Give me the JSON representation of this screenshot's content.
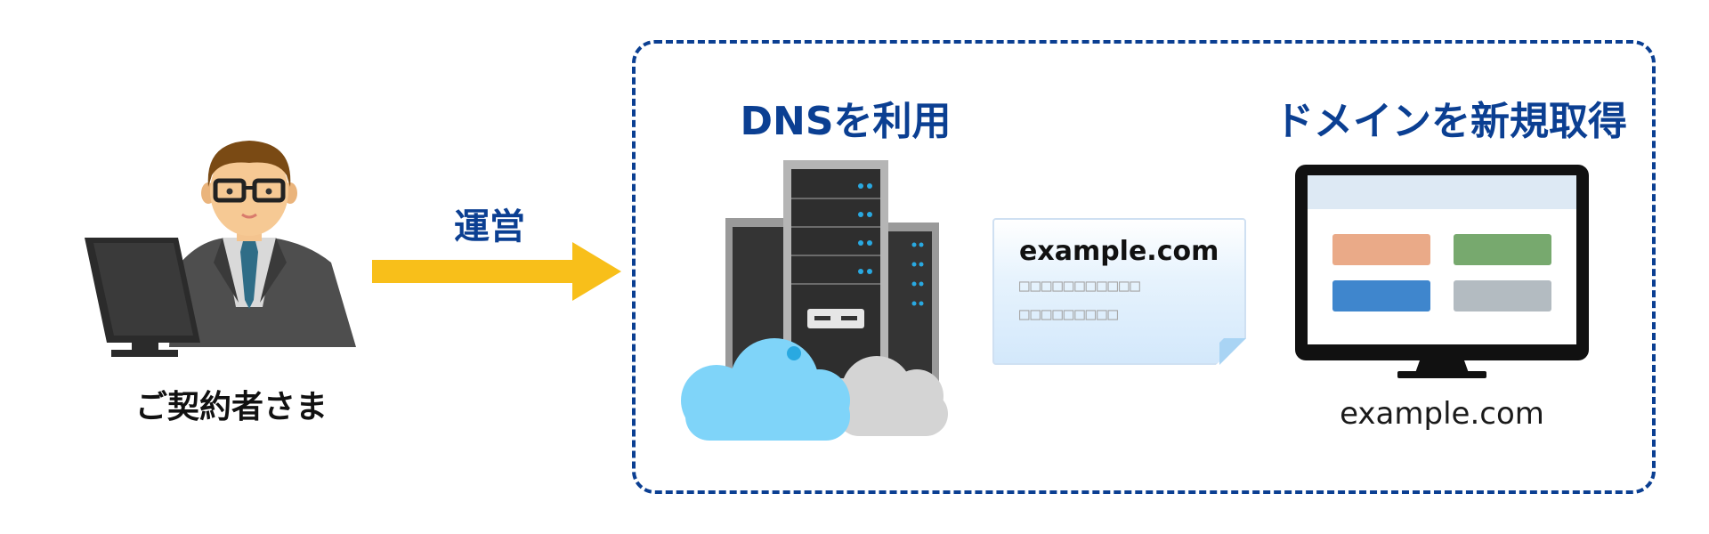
{
  "diagram": {
    "person": {
      "label": "ご契約者さま",
      "icon": "businessman-at-computer-icon"
    },
    "arrow": {
      "label": "運営",
      "color": "#f8bf1a",
      "icon": "right-arrow-icon"
    },
    "service": {
      "border_color": "#0b3f92",
      "dns": {
        "title": "DNSを利用",
        "icon": "server-cloud-icon"
      },
      "card": {
        "domain": "example.com",
        "line1": "□□□□□□□□□□□",
        "line2": "□□□□□□□□□"
      },
      "domain": {
        "title": "ドメインを新規取得",
        "icon": "monitor-website-icon",
        "caption": "example.com"
      }
    }
  }
}
